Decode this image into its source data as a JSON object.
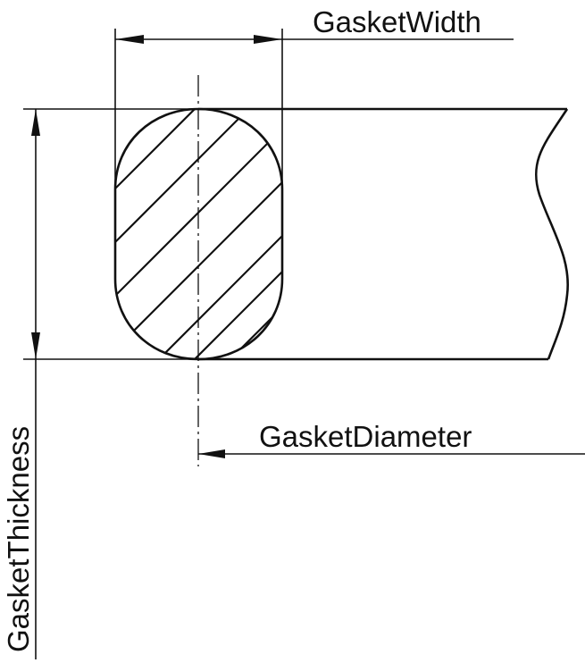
{
  "labels": {
    "width": "GasketWidth",
    "diameter": "GasketDiameter",
    "thickness": "GasketThickness"
  },
  "colors": {
    "line": "#111111",
    "background": "#ffffff"
  }
}
